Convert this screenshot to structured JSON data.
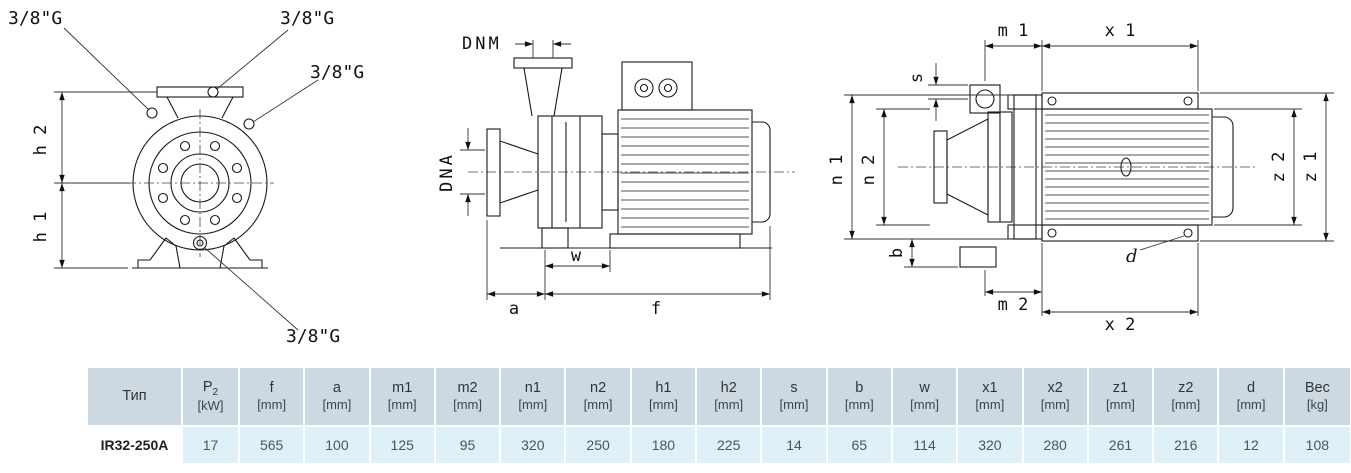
{
  "drawing": {
    "front": {
      "port": "3/8\"G",
      "h2": "h 2",
      "h1": "h 1"
    },
    "side": {
      "dnm": "DNM",
      "dna": "DNA",
      "w": "w",
      "a": "a",
      "f": "f"
    },
    "top": {
      "m1": "m 1",
      "x1": "x 1",
      "s": "s",
      "n1": "n 1",
      "n2": "n 2",
      "b": "b",
      "m2": "m 2",
      "x2": "x 2",
      "z2": "z 2",
      "z1": "z 1",
      "d": "d"
    }
  },
  "table": {
    "columns": [
      {
        "symbol": "Тип",
        "unit": ""
      },
      {
        "symbol": "P",
        "sub": "2",
        "unit": "[kW]"
      },
      {
        "symbol": "f",
        "unit": "[mm]"
      },
      {
        "symbol": "a",
        "unit": "[mm]"
      },
      {
        "symbol": "m1",
        "unit": "[mm]"
      },
      {
        "symbol": "m2",
        "unit": "[mm]"
      },
      {
        "symbol": "n1",
        "unit": "[mm]"
      },
      {
        "symbol": "n2",
        "unit": "[mm]"
      },
      {
        "symbol": "h1",
        "unit": "[mm]"
      },
      {
        "symbol": "h2",
        "unit": "[mm]"
      },
      {
        "symbol": "s",
        "unit": "[mm]"
      },
      {
        "symbol": "b",
        "unit": "[mm]"
      },
      {
        "symbol": "w",
        "unit": "[mm]"
      },
      {
        "symbol": "x1",
        "unit": "[mm]"
      },
      {
        "symbol": "x2",
        "unit": "[mm]"
      },
      {
        "symbol": "z1",
        "unit": "[mm]"
      },
      {
        "symbol": "z2",
        "unit": "[mm]"
      },
      {
        "symbol": "d",
        "unit": "[mm]"
      },
      {
        "symbol": "Вес",
        "unit": "[kg]"
      }
    ],
    "row": {
      "type": "IR32-250A",
      "values": [
        "17",
        "565",
        "100",
        "125",
        "95",
        "320",
        "250",
        "180",
        "225",
        "14",
        "65",
        "114",
        "320",
        "280",
        "261",
        "216",
        "12",
        "108"
      ]
    }
  },
  "colors": {
    "header_bg": "#ccd9e3",
    "cell_bg": "#def0f8",
    "type_cell_bg": "#ffffff",
    "line": "#1a1a1a"
  }
}
